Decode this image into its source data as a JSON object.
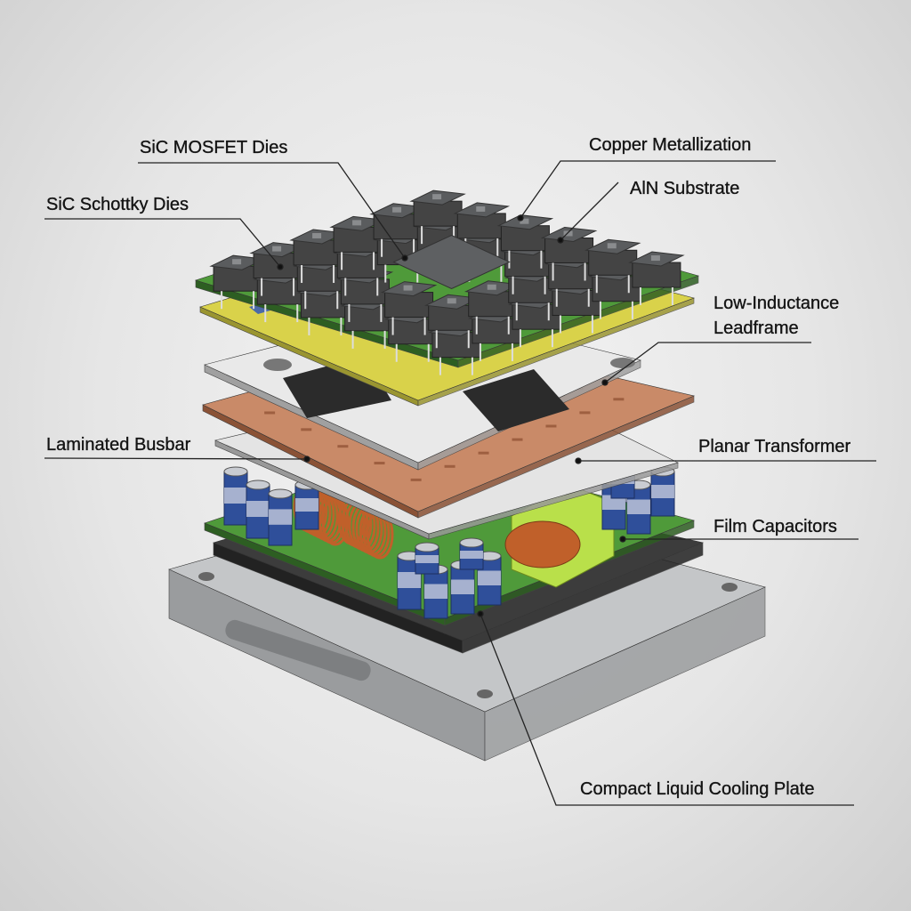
{
  "labels": {
    "mosfet": "SiC MOSFET Dies",
    "copper": "Copper Metallization",
    "schottky": "SiC Schottky Dies",
    "aln": "AlN Substrate",
    "leadframe_1": "Low-Inductance",
    "leadframe_2": "Leadframe",
    "busbar": "Laminated Busbar",
    "transformer": "Planar Transformer",
    "capacitors": "Film Capacitors",
    "cooling": "Compact Liquid Cooling Plate"
  },
  "colors": {
    "pcb": "#4f9a3a",
    "aln": "#d9d24a",
    "copper": "#c98a68",
    "aluminum": "#c4c6c8",
    "chip": "#5a5c5e",
    "capacitor": "#2f4f9a",
    "coil": "#c0602a"
  }
}
